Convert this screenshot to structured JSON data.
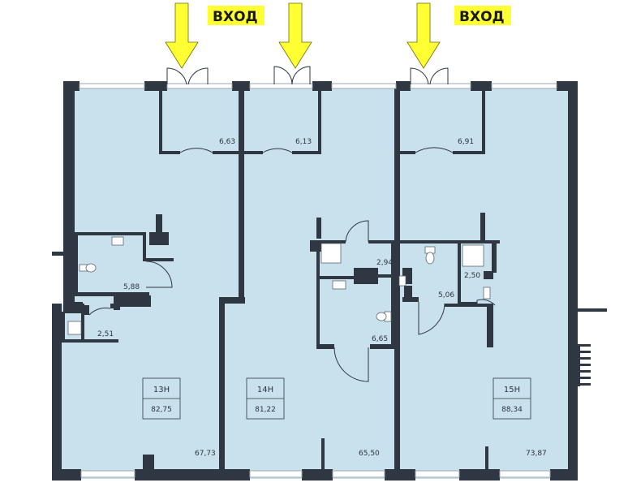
{
  "entrance_label": "ВХОД",
  "colors": {
    "wall": "#2e3742",
    "floor": "#c9e1ec",
    "label_bg": "#ffff33",
    "arrow": "#ffff33",
    "arrow_stroke": "#6b6b00"
  },
  "units": [
    {
      "id": "13Н",
      "area": "82,75"
    },
    {
      "id": "14Н",
      "area": "81,22"
    },
    {
      "id": "15Н",
      "area": "88,34"
    }
  ],
  "rooms": {
    "r_663": "6,63",
    "r_613": "6,13",
    "r_691": "6,91",
    "r_588": "5,88",
    "r_251": "2,51",
    "r_294": "2,94",
    "r_665": "6,65",
    "r_506": "5,06",
    "r_250": "2,50",
    "r_6773": "67,73",
    "r_6550": "65,50",
    "r_7387": "73,87"
  }
}
